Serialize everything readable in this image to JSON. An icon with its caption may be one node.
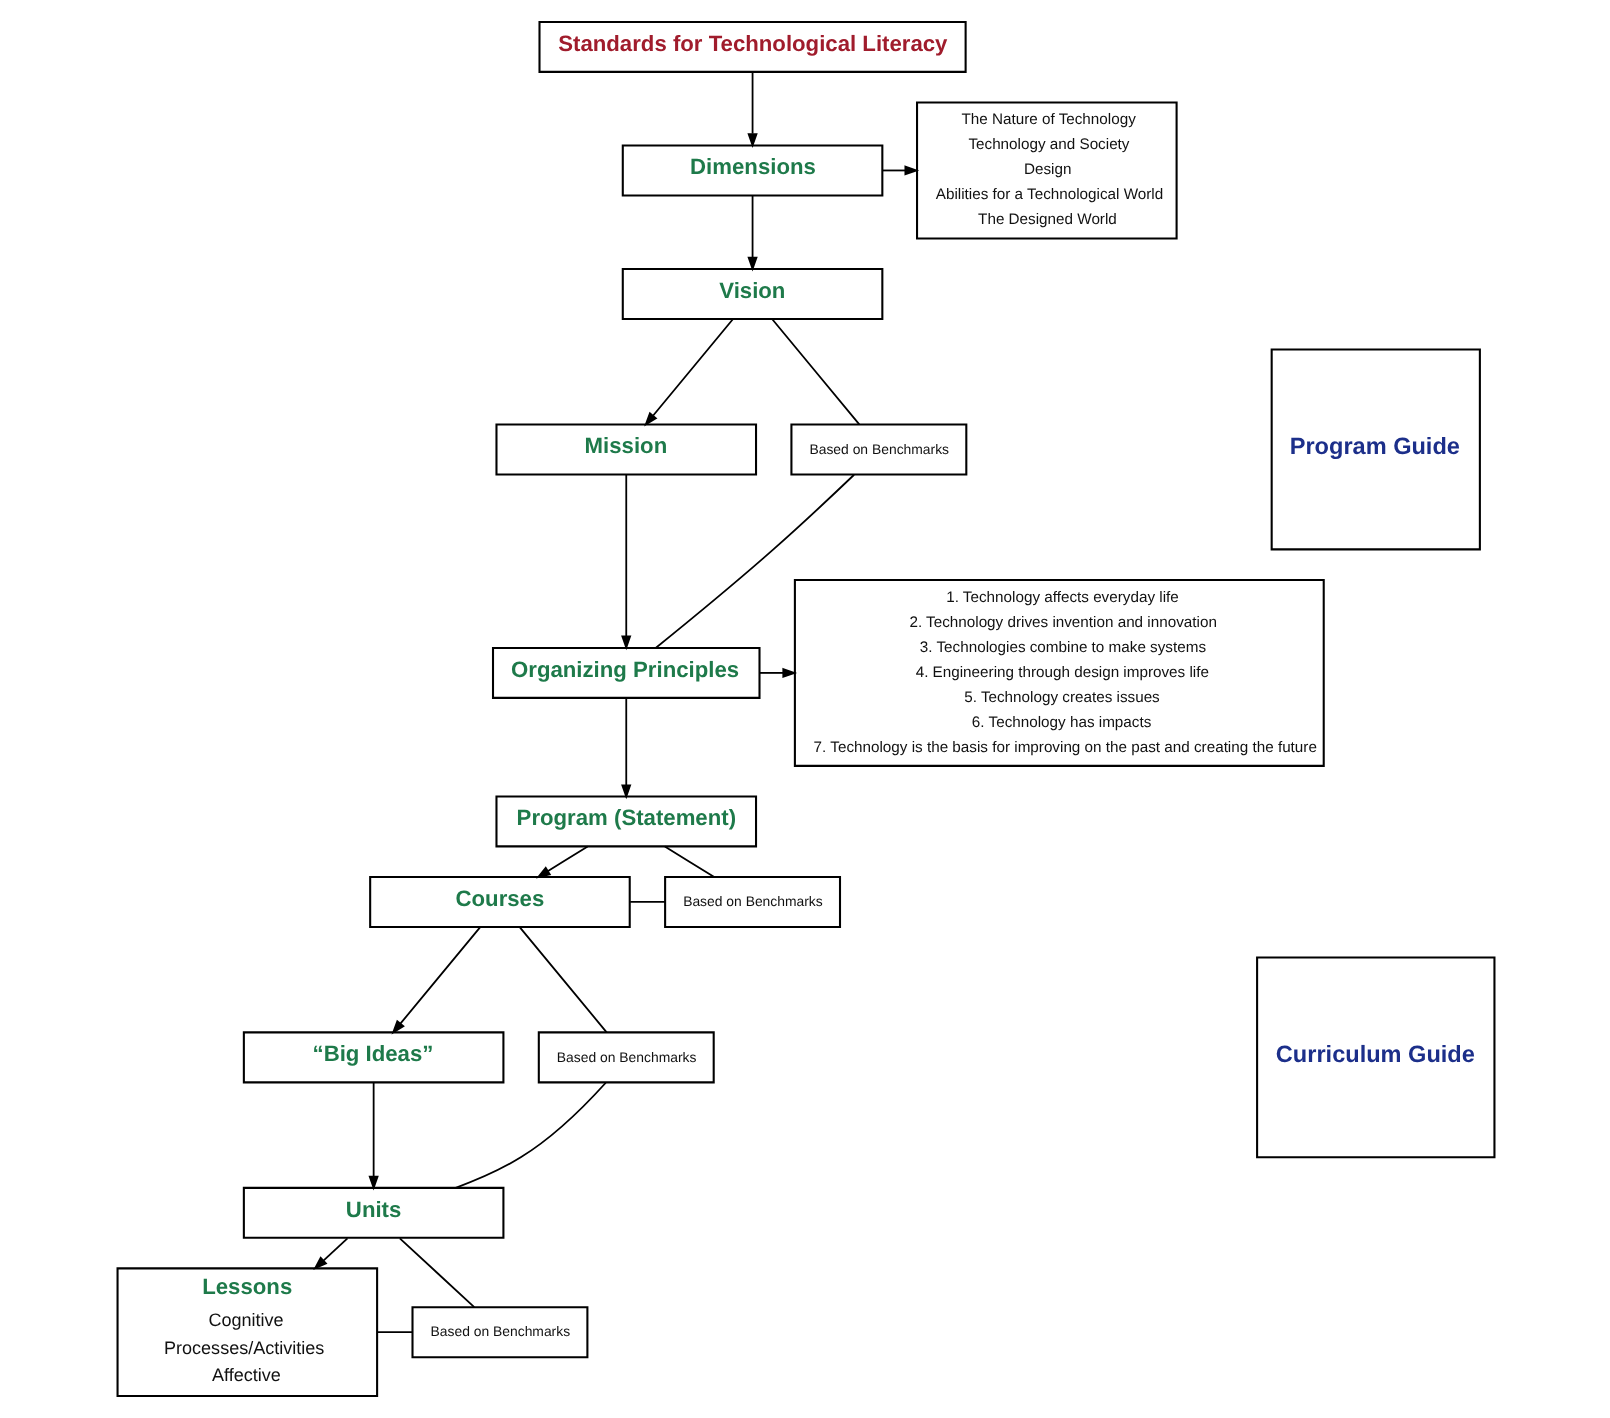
{
  "diagram": {
    "nodes": [
      {
        "text": [
          "Standards for Technological Literacy"
        ]
      },
      {
        "text": [
          "Dimensions"
        ]
      },
      {
        "text": [
          "Vision"
        ]
      },
      {
        "text": [
          "Mission"
        ]
      },
      {
        "text": [
          "Organizing Principles"
        ]
      },
      {
        "text": [
          "Program (Statement)"
        ]
      },
      {
        "text": [
          "Courses"
        ]
      },
      {
        "text": [
          "“Big Ideas”"
        ]
      },
      {
        "text": [
          "Units"
        ]
      },
      {
        "text": [
          "Lessons",
          "Cognitive",
          "Processes/Activities",
          "Affective"
        ]
      },
      {
        "text": [
          "Based on Benchmarks"
        ]
      },
      {
        "text": [
          "Based on Benchmarks"
        ]
      },
      {
        "text": [
          "Based on Benchmarks"
        ]
      },
      {
        "text": [
          "Based on Benchmarks"
        ]
      },
      {
        "text": [
          "The Nature of Technology",
          "Technology and Society",
          "Design",
          "Abilities for a Technological World",
          "The Designed World"
        ]
      },
      {
        "text": [
          "1. Technology affects everyday life",
          "2. Technology drives invention and innovation",
          "3. Technologies combine to make systems",
          "4. Engineering through design improves life",
          "5. Technology creates issues",
          "6. Technology has impacts",
          "7. Technology is the basis for improving on the past and creating the future"
        ]
      },
      {
        "text": [
          "Program Guide"
        ]
      },
      {
        "text": [
          "Curriculum Guide"
        ]
      }
    ],
    "edges": [
      {
        "from": 0,
        "to": 1,
        "arrow": "to"
      },
      {
        "from": 1,
        "to": 2,
        "arrow": "to"
      },
      {
        "from": 2,
        "to": 3,
        "arrow": "to"
      },
      {
        "from": 3,
        "to": 4,
        "arrow": "to"
      },
      {
        "from": 4,
        "to": 5,
        "arrow": "to"
      },
      {
        "from": 5,
        "to": 6,
        "arrow": "to"
      },
      {
        "from": 6,
        "to": 7,
        "arrow": "to"
      },
      {
        "from": 7,
        "to": 8,
        "arrow": "to"
      },
      {
        "from": 8,
        "to": 9,
        "arrow": "to"
      },
      {
        "from": 1,
        "to": 14,
        "arrow": "to"
      },
      {
        "from": 4,
        "to": 15,
        "arrow": "to"
      },
      {
        "from": 2,
        "to": 10,
        "arrow": "none"
      },
      {
        "from": 4,
        "to": 10,
        "arrow": "none"
      },
      {
        "from": 5,
        "to": 11,
        "arrow": "none"
      },
      {
        "from": 6,
        "to": 11,
        "arrow": "none"
      },
      {
        "from": 6,
        "to": 12,
        "arrow": "none"
      },
      {
        "from": 8,
        "to": 12,
        "arrow": "none"
      },
      {
        "from": 8,
        "to": 13,
        "arrow": "none"
      },
      {
        "from": 9,
        "to": 13,
        "arrow": "none"
      }
    ]
  }
}
